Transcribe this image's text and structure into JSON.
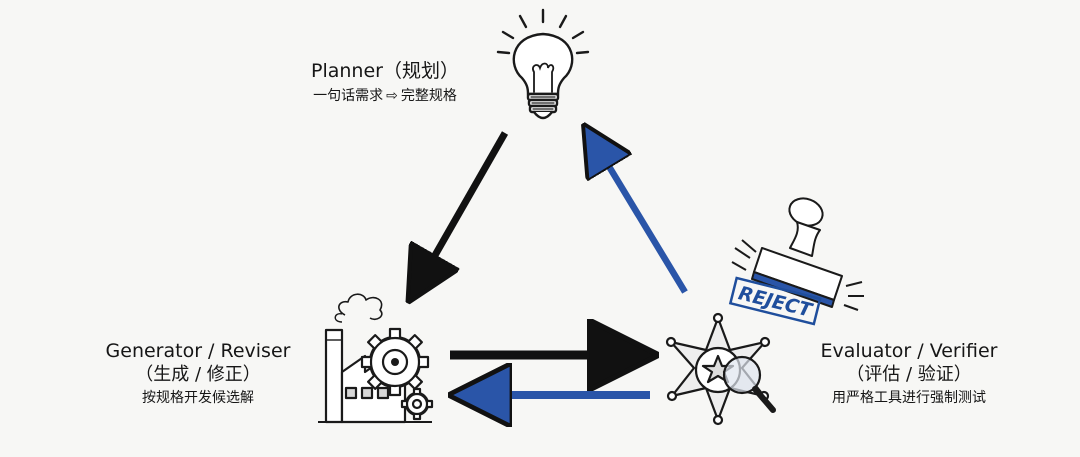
{
  "planner": {
    "title": "Planner（规划）",
    "desc_from": "一句话需求",
    "desc_arrow": "⇨",
    "desc_to": "完整规格"
  },
  "generator": {
    "title": "Generator / Reviser",
    "subtitle": "（生成 / 修正）",
    "desc": "按规格开发候选解"
  },
  "evaluator": {
    "title": "Evaluator / Verifier",
    "subtitle": "（评估 / 验证）",
    "desc": "用严格工具进行强制测试"
  },
  "stamp": {
    "text": "REJECT",
    "color": "#1f4e9c"
  },
  "colors": {
    "black_arrow": "#111111",
    "blue_arrow": "#2a55a8"
  },
  "icons": [
    "lightbulb-icon",
    "factory-gear-icon",
    "sheriff-badge-magnifier-icon",
    "rubber-stamp-icon"
  ]
}
